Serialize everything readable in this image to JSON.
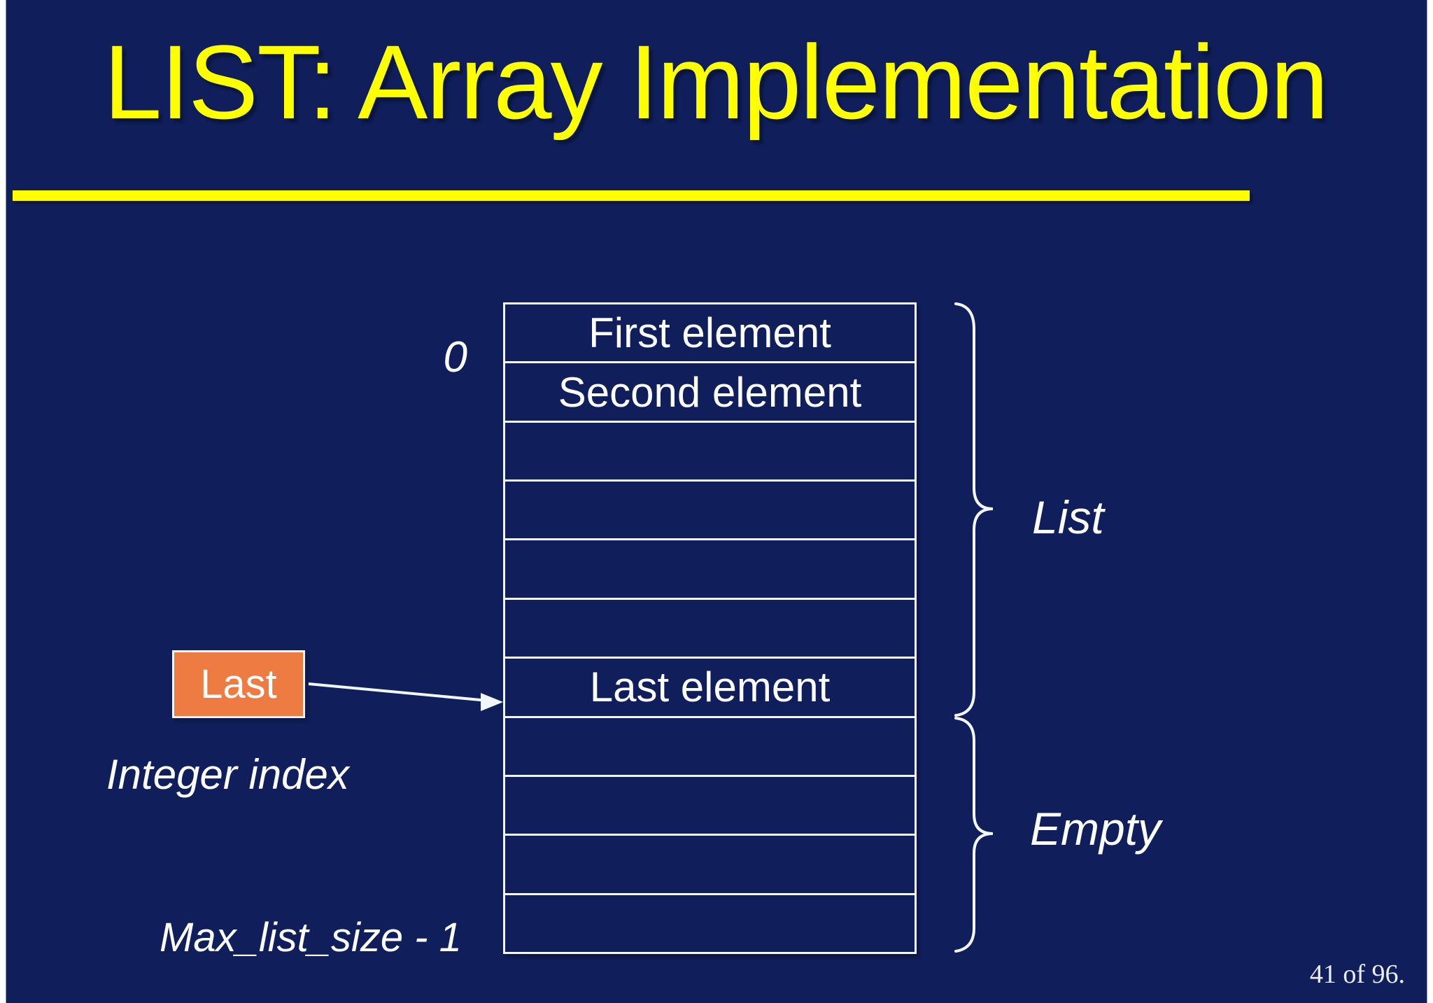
{
  "slide": {
    "title": "LIST: Array Implementation",
    "page_indicator": "41 of 96.",
    "colors": {
      "background_navy": "#101F5B",
      "accent_yellow": "#FFFF00",
      "pointer_box_orange": "#EE7B42",
      "line_and_text_white": "#F2F6FF"
    }
  },
  "array_diagram": {
    "top_index_label": "0",
    "bottom_index_label": "Max_list_size - 1",
    "pointer": {
      "label": "Last",
      "description": "Integer index"
    },
    "cells": [
      {
        "label": "First element"
      },
      {
        "label": "Second element"
      },
      {
        "label": ""
      },
      {
        "label": ""
      },
      {
        "label": ""
      },
      {
        "label": ""
      },
      {
        "label": "Last element"
      },
      {
        "label": ""
      },
      {
        "label": ""
      },
      {
        "label": ""
      },
      {
        "label": ""
      }
    ],
    "braces": [
      {
        "label": "List"
      },
      {
        "label": "Empty"
      }
    ]
  }
}
